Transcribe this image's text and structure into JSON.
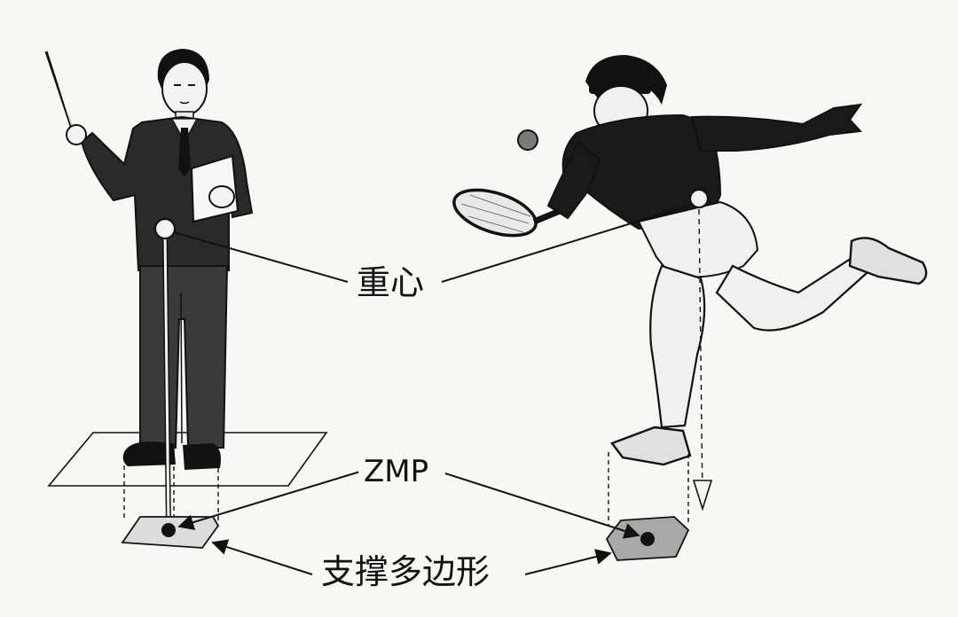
{
  "labels": {
    "center_of_gravity": "重心",
    "zmp": "ZMP",
    "support_polygon": "支撑多边形"
  },
  "figures": {
    "left": "teacher-standing-with-pointer",
    "right": "tennis-player-lunging"
  },
  "colors": {
    "background": "#f7f7f4",
    "ink": "#111111",
    "support_fill_left": "#dcdcdc",
    "support_fill_right": "#a8a8a8"
  }
}
